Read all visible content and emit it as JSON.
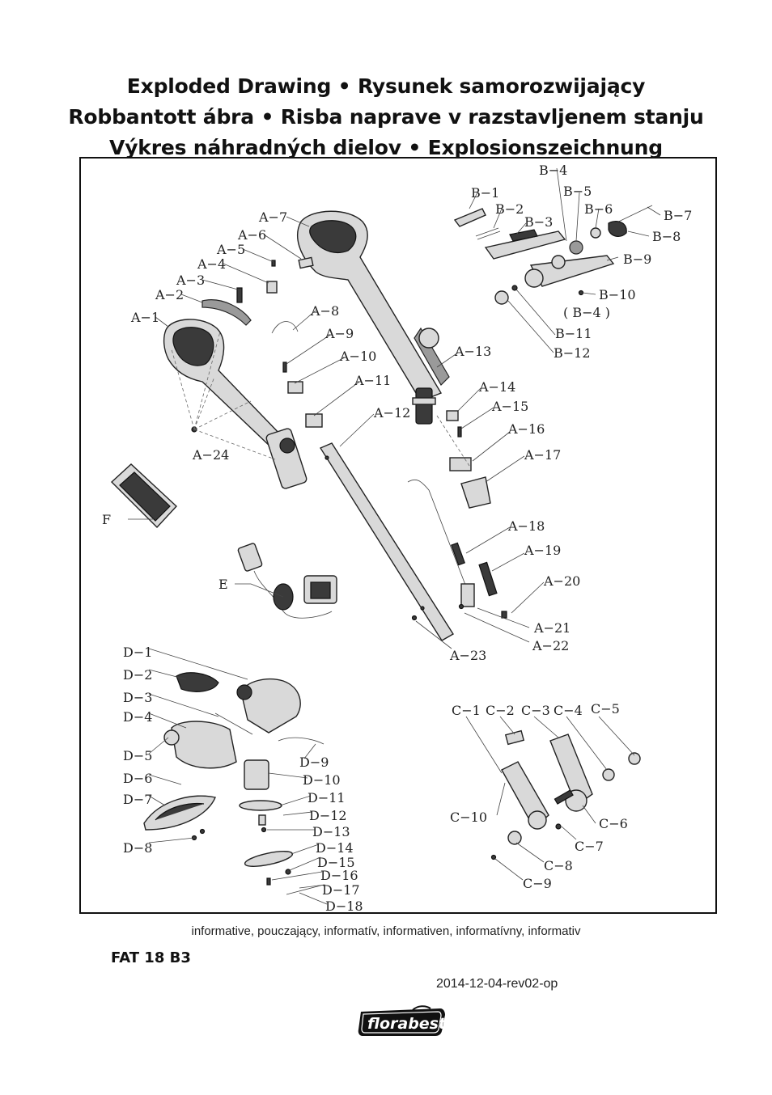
{
  "title_lines": [
    "Exploded Drawing • Rysunek samorozwijający",
    "Robbantott ábra • Risba naprave v razstavljenem stanju",
    "Výkres náhradných dielov • Explosionszeichnung"
  ],
  "labels": {
    "A1": "A−1",
    "A2": "A−2",
    "A3": "A−3",
    "A4": "A−4",
    "A5": "A−5",
    "A6": "A−6",
    "A7": "A−7",
    "A8": "A−8",
    "A9": "A−9",
    "A10": "A−10",
    "A11": "A−11",
    "A12": "A−12",
    "A13": "A−13",
    "A14": "A−14",
    "A15": "A−15",
    "A16": "A−16",
    "A17": "A−17",
    "A18": "A−18",
    "A19": "A−19",
    "A20": "A−20",
    "A21": "A−21",
    "A22": "A−22",
    "A23": "A−23",
    "A24": "A−24",
    "B1": "B−1",
    "B2": "B−2",
    "B3": "B−3",
    "B4": "B−4",
    "B4p": "( B−4 )",
    "B5": "B−5",
    "B6": "B−6",
    "B7": "B−7",
    "B8": "B−8",
    "B9": "B−9",
    "B10": "B−10",
    "B11": "B−11",
    "B12": "B−12",
    "C1": "C−1",
    "C2": "C−2",
    "C3": "C−3",
    "C4": "C−4",
    "C5": "C−5",
    "C6": "C−6",
    "C7": "C−7",
    "C8": "C−8",
    "C9": "C−9",
    "C10": "C−10",
    "D1": "D−1",
    "D2": "D−2",
    "D3": "D−3",
    "D4": "D−4",
    "D5": "D−5",
    "D6": "D−6",
    "D7": "D−7",
    "D8": "D−8",
    "D9": "D−9",
    "D10": "D−10",
    "D11": "D−11",
    "D12": "D−12",
    "D13": "D−13",
    "D14": "D−14",
    "D15": "D−15",
    "D16": "D−16",
    "D17": "D−17",
    "D18": "D−18",
    "E": "E",
    "F": "F"
  },
  "footnote": "informative, pouczający, informatív, informativen, informatívny, informativ",
  "model": "FAT 18 B3",
  "revision": "2014-12-04-rev02-op",
  "brand": "florabest"
}
